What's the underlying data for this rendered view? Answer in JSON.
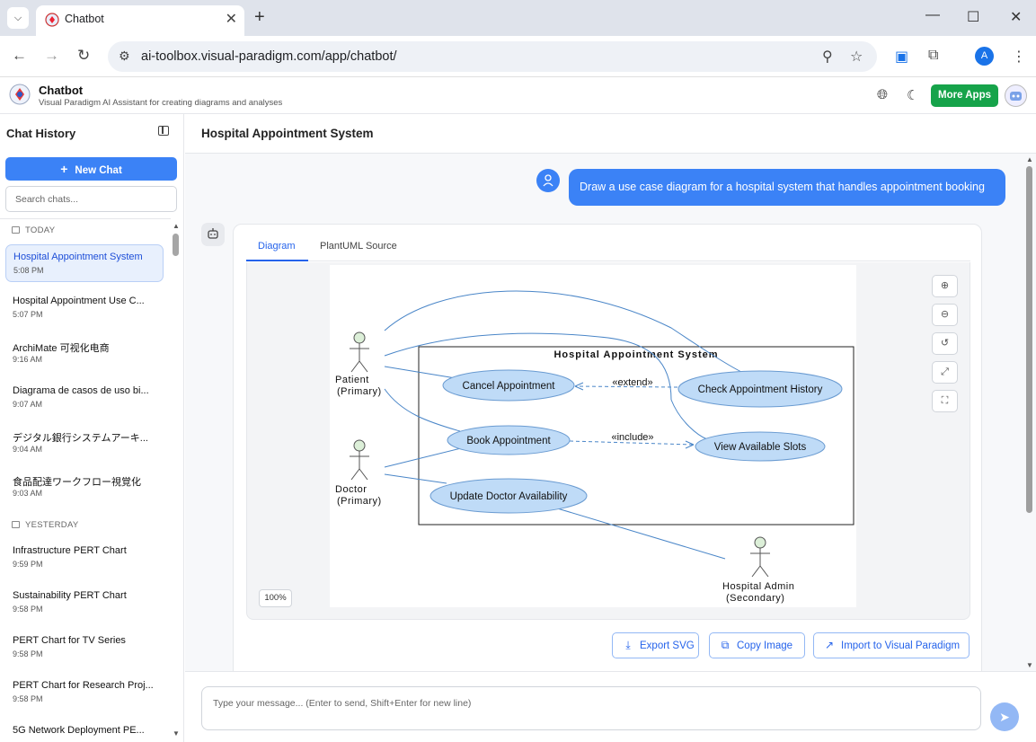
{
  "browser": {
    "tab_title": "Chatbot",
    "new_tab_glyph": "+",
    "url": "ai-toolbox.visual-paradigm.com/app/chatbot/",
    "profile_initial": "A"
  },
  "app": {
    "title": "Chatbot",
    "subtitle": "Visual Paradigm AI Assistant for creating diagrams and analyses",
    "more_apps": "More Apps",
    "accent": "#3b82f6",
    "green": "#16a34a"
  },
  "sidebar": {
    "title": "Chat History",
    "new_chat": "New Chat",
    "search_placeholder": "Search chats...",
    "groups": [
      {
        "label": "TODAY"
      },
      {
        "label": "YESTERDAY"
      }
    ],
    "items": [
      {
        "title": "Hospital Appointment System",
        "time": "5:08 PM"
      },
      {
        "title": "Hospital Appointment Use C...",
        "time": "5:07 PM"
      },
      {
        "title": "ArchiMate 可视化电商",
        "time": "9:16 AM"
      },
      {
        "title": "Diagrama de casos de uso bi...",
        "time": "9:07 AM"
      },
      {
        "title": "デジタル銀行システムアーキ...",
        "time": "9:04 AM"
      },
      {
        "title": "食品配達ワークフロー視覚化",
        "time": "9:03 AM"
      },
      {
        "title": "Infrastructure PERT Chart",
        "time": "9:59 PM"
      },
      {
        "title": "Sustainability PERT Chart",
        "time": "9:58 PM"
      },
      {
        "title": "PERT Chart for TV Series",
        "time": "9:58 PM"
      },
      {
        "title": "PERT Chart for Research Proj...",
        "time": "9:58 PM"
      },
      {
        "title": "5G Network Deployment PE...",
        "time": ""
      }
    ]
  },
  "main": {
    "title": "Hospital Appointment System",
    "user_message": "Draw a use case diagram for a hospital system that handles appointment booking",
    "tabs": [
      "Diagram",
      "PlantUML Source"
    ],
    "zoom_level": "100%",
    "actions": [
      "Export SVG",
      "Copy Image",
      "Import to Visual Paradigm"
    ],
    "composer_placeholder": "Type your message... (Enter to send, Shift+Enter for new line)"
  },
  "diagram": {
    "system_name": "Hospital Appointment System",
    "actors": [
      {
        "name": "Patient",
        "role": "(Primary)"
      },
      {
        "name": "Doctor",
        "role": "(Primary)"
      },
      {
        "name": "Hospital Admin",
        "role": "(Secondary)"
      }
    ],
    "use_cases": [
      "Cancel Appointment",
      "Check Appointment History",
      "Book Appointment",
      "View Available Slots",
      "Update Doctor Availability"
    ],
    "relations": [
      "«extend»",
      "«include»"
    ]
  }
}
